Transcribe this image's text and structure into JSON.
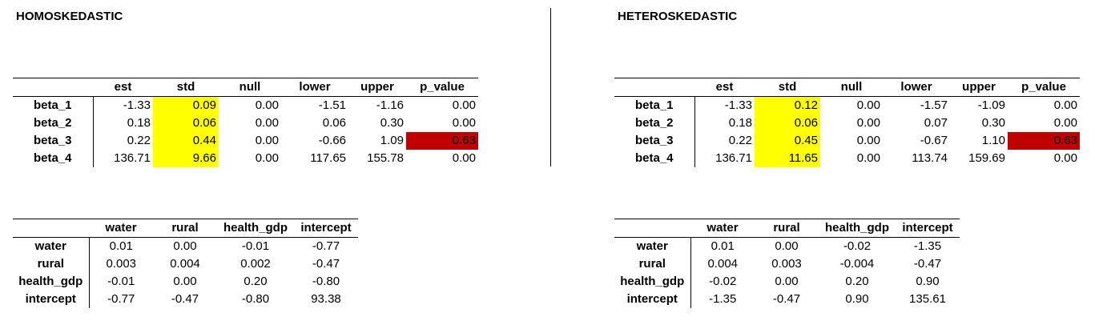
{
  "homo": {
    "title": "HOMOSKEDASTIC",
    "coef": {
      "headers": [
        "",
        "est",
        "std",
        "null",
        "lower",
        "upper",
        "p_value"
      ],
      "rows": [
        [
          "beta_1",
          "-1.33",
          "0.09",
          "0.00",
          "-1.51",
          "-1.16",
          "0.00"
        ],
        [
          "beta_2",
          "0.18",
          "0.06",
          "0.00",
          "0.06",
          "0.30",
          "0.00"
        ],
        [
          "beta_3",
          "0.22",
          "0.44",
          "0.00",
          "-0.66",
          "1.09",
          "0.63"
        ],
        [
          "beta_4",
          "136.71",
          "9.66",
          "0.00",
          "117.65",
          "155.78",
          "0.00"
        ]
      ]
    },
    "cov": {
      "headers": [
        "",
        "water",
        "rural",
        "health_gdp",
        "intercept"
      ],
      "rows": [
        [
          "water",
          "0.01",
          "0.00",
          "-0.01",
          "-0.77"
        ],
        [
          "rural",
          "0.003",
          "0.004",
          "0.002",
          "-0.47"
        ],
        [
          "health_gdp",
          "-0.01",
          "0.00",
          "0.20",
          "-0.80"
        ],
        [
          "intercept",
          "-0.77",
          "-0.47",
          "-0.80",
          "93.38"
        ]
      ]
    }
  },
  "hetero": {
    "title": "HETEROSKEDASTIC",
    "coef": {
      "headers": [
        "",
        "est",
        "std",
        "null",
        "lower",
        "upper",
        "p_value"
      ],
      "rows": [
        [
          "beta_1",
          "-1.33",
          "0.12",
          "0.00",
          "-1.57",
          "-1.09",
          "0.00"
        ],
        [
          "beta_2",
          "0.18",
          "0.06",
          "0.00",
          "0.07",
          "0.30",
          "0.00"
        ],
        [
          "beta_3",
          "0.22",
          "0.45",
          "0.00",
          "-0.67",
          "1.10",
          "0.63"
        ],
        [
          "beta_4",
          "136.71",
          "11.65",
          "0.00",
          "113.74",
          "159.69",
          "0.00"
        ]
      ]
    },
    "cov": {
      "headers": [
        "",
        "water",
        "rural",
        "health_gdp",
        "intercept"
      ],
      "rows": [
        [
          "water",
          "0.01",
          "0.00",
          "-0.02",
          "-1.35"
        ],
        [
          "rural",
          "0.004",
          "0.003",
          "-0.004",
          "-0.47"
        ],
        [
          "health_gdp",
          "-0.02",
          "0.00",
          "0.20",
          "0.90"
        ],
        [
          "intercept",
          "-1.35",
          "-0.47",
          "0.90",
          "135.61"
        ]
      ]
    }
  },
  "colors": {
    "highlight_std": "#ffff00",
    "highlight_pvalue": "#c00000"
  }
}
